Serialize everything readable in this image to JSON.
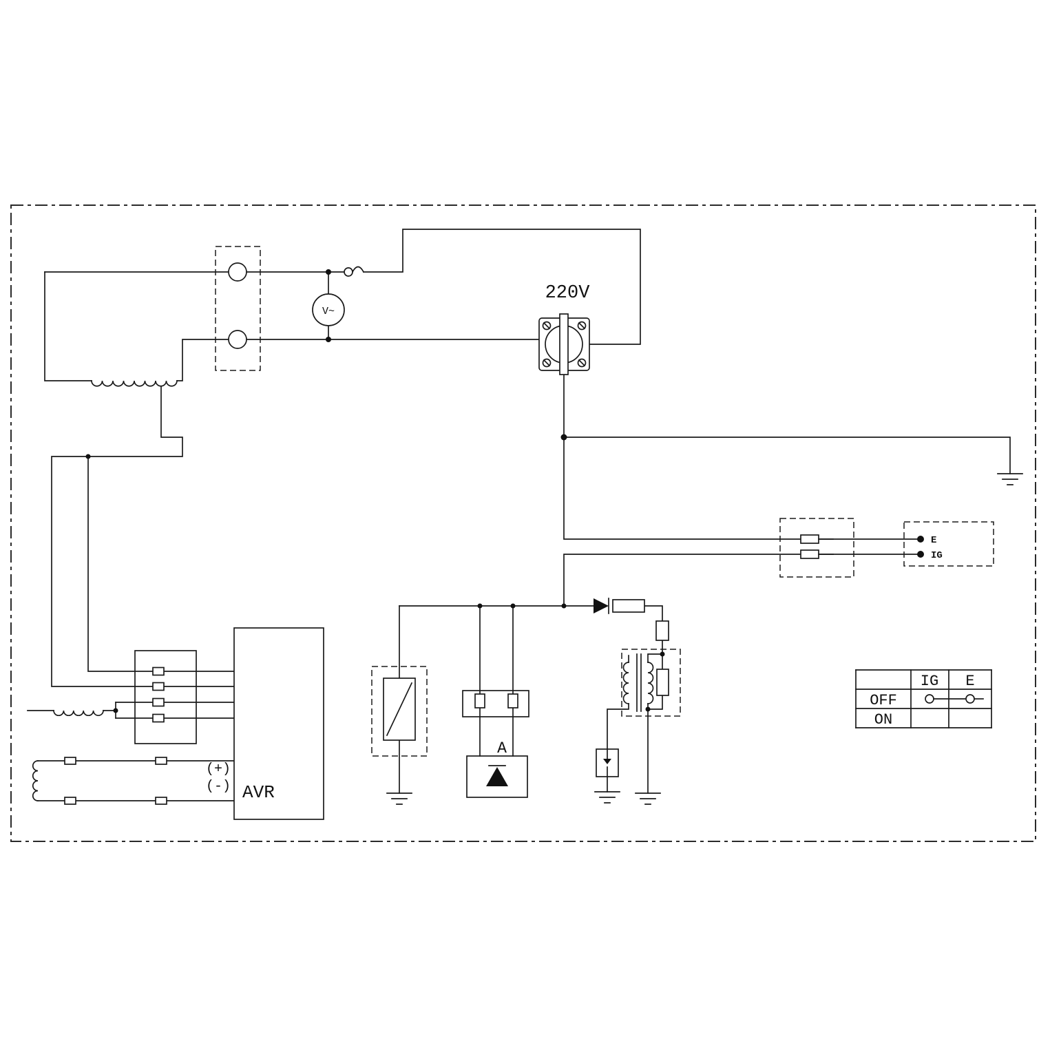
{
  "labels": {
    "outlet_voltage": "220V",
    "voltmeter": "V~",
    "rectifier": "A",
    "avr": "AVR",
    "avr_plus": "(+)",
    "avr_minus": "(-)",
    "terminal_e": "E",
    "terminal_ig": "IG"
  },
  "engine_switch_table": {
    "columns": [
      "IG",
      "E"
    ],
    "rows": [
      "OFF",
      "ON"
    ],
    "off_contact_bridge": "IG-E"
  },
  "colors": {
    "line": "#1a1a1a",
    "background": "#ffffff"
  }
}
